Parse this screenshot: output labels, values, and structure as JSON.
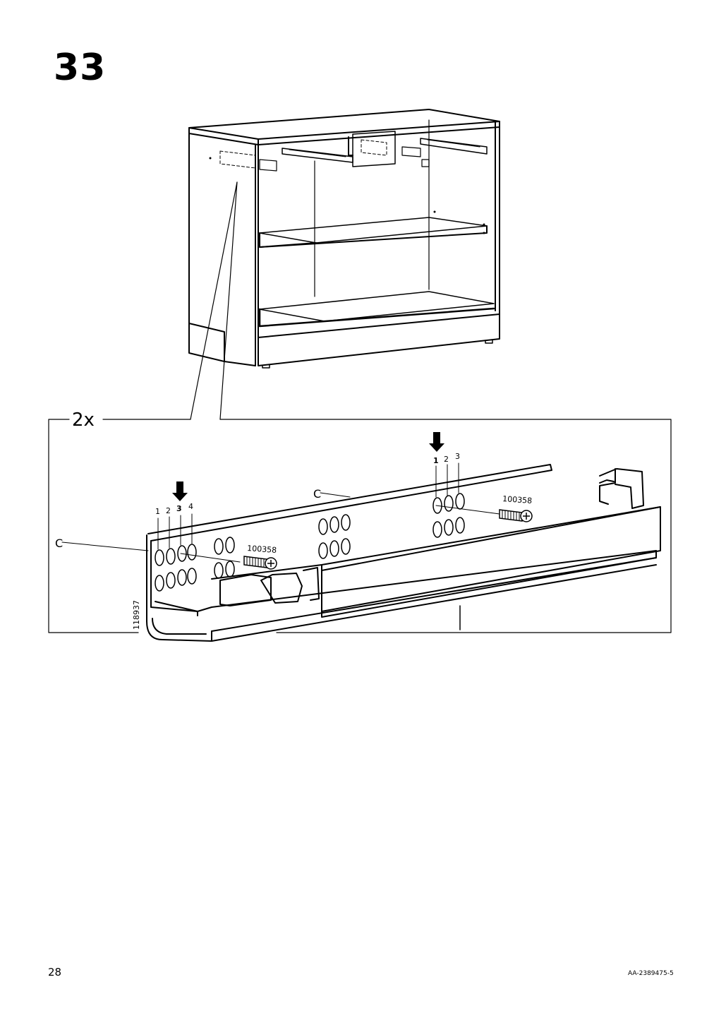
{
  "step": {
    "number": "33"
  },
  "detail": {
    "quantity": "2x",
    "left_hole_numbers": [
      "1",
      "2",
      "3",
      "4"
    ],
    "left_selected_hole": "3",
    "right_hole_numbers": [
      "1",
      "2",
      "3"
    ],
    "right_selected_hole": "1",
    "screw_part_left": "100358",
    "screw_part_right": "100358",
    "rail_part": "118937"
  },
  "footer": {
    "page_number": "28",
    "doc_code": "AA-2389475-5"
  }
}
